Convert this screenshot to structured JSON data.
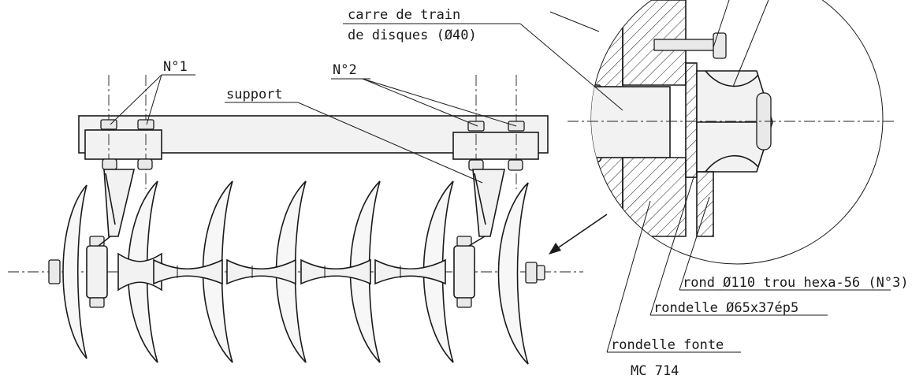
{
  "labels": {
    "carre_line1": "carre de train",
    "carre_line2": "de disques (Ø40)",
    "no1": "N°1",
    "no2": "N°2",
    "support": "support",
    "rond": "rond_Ø110 trou hexa-56 (N°3)",
    "rondelle_acier": "rondelle Ø65x37ép5",
    "rondelle_fonte": "rondelle fonte",
    "reference": "MC 714"
  },
  "colors": {
    "ink": "#1a1a1a",
    "paper": "#ffffff",
    "shade": "#f2f2f2"
  }
}
